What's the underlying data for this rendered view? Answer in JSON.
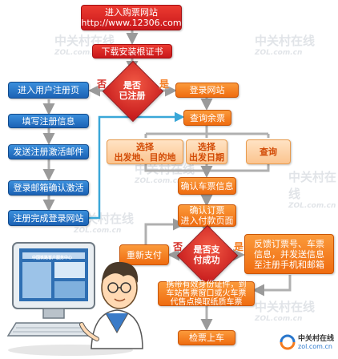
{
  "colors": {
    "red": "#d42a23",
    "blue": "#2a77cc",
    "orange": "#f47c20",
    "peach": "#fdd3a8",
    "cyan": "#3aa7d8"
  },
  "nodes": {
    "visit_site": "进入购票网站\nhttp://www.12306.com",
    "download_cert": "下载安装根证书",
    "registered_q": "是否\n已注册",
    "enter_register": "进入用户注册页",
    "fill_info": "填写注册信息",
    "send_mail": "发送注册激活邮件",
    "confirm_mail": "登录邮箱确认激活",
    "register_done": "注册完成登录网站",
    "login": "登录网站",
    "query_tickets": "查询余票",
    "choose_route": "选择\n出发地、目的地",
    "choose_date": "选择\n出发日期",
    "query": "查询",
    "confirm_ticket_info": "确认车票信息",
    "confirm_order": "确认订票\n进入付款页面",
    "pay_success_q": "是否支\n付成功",
    "repay": "重新支付",
    "feedback": "反馈订票号、车票\n信息，并发送信息\n至注册手机和邮箱",
    "collect": "携带有效身份证件，到\n车站售票窗口或火车票\n代售点换取纸质车票",
    "board": "检票上车"
  },
  "labels": {
    "yes1": "是",
    "no1": "否",
    "yes2": "是",
    "no2": "否"
  },
  "screen": {
    "title": "中国铁路客户服务中心"
  },
  "watermark": {
    "cn": "中关村在线",
    "en": "ZOL.com.cn"
  },
  "logo": {
    "cn": "中关村在线",
    "en": "zol.com.cn"
  },
  "icons": [
    "person-at-computer-illustration",
    "zol-logo"
  ]
}
